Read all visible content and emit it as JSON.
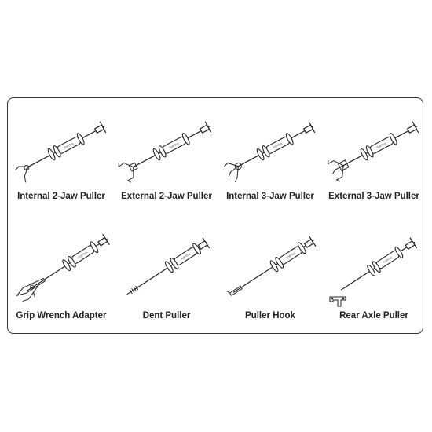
{
  "figure": {
    "tools": [
      {
        "key": "internal-2-jaw-puller",
        "label": "Internal 2-Jaw Puller",
        "attachment": "internal-2-jaw"
      },
      {
        "key": "external-2-jaw-puller",
        "label": "External 2-Jaw Puller",
        "attachment": "external-2-jaw"
      },
      {
        "key": "internal-3-jaw-puller",
        "label": "Internal 3-Jaw Puller",
        "attachment": "internal-3-jaw"
      },
      {
        "key": "external-3-jaw-puller",
        "label": "External 3-Jaw Puller",
        "attachment": "external-3-jaw"
      },
      {
        "key": "grip-wrench-adapter",
        "label": "Grip Wrench Adapter",
        "attachment": "grip-wrench"
      },
      {
        "key": "dent-puller",
        "label": "Dent Puller",
        "attachment": "dent-screw"
      },
      {
        "key": "puller-hook",
        "label": "Puller Hook",
        "attachment": "hook"
      },
      {
        "key": "rear-axle-puller",
        "label": "Rear Axle Puller",
        "attachment": "axle-flange"
      }
    ],
    "weight_label": "TOPTUL"
  }
}
